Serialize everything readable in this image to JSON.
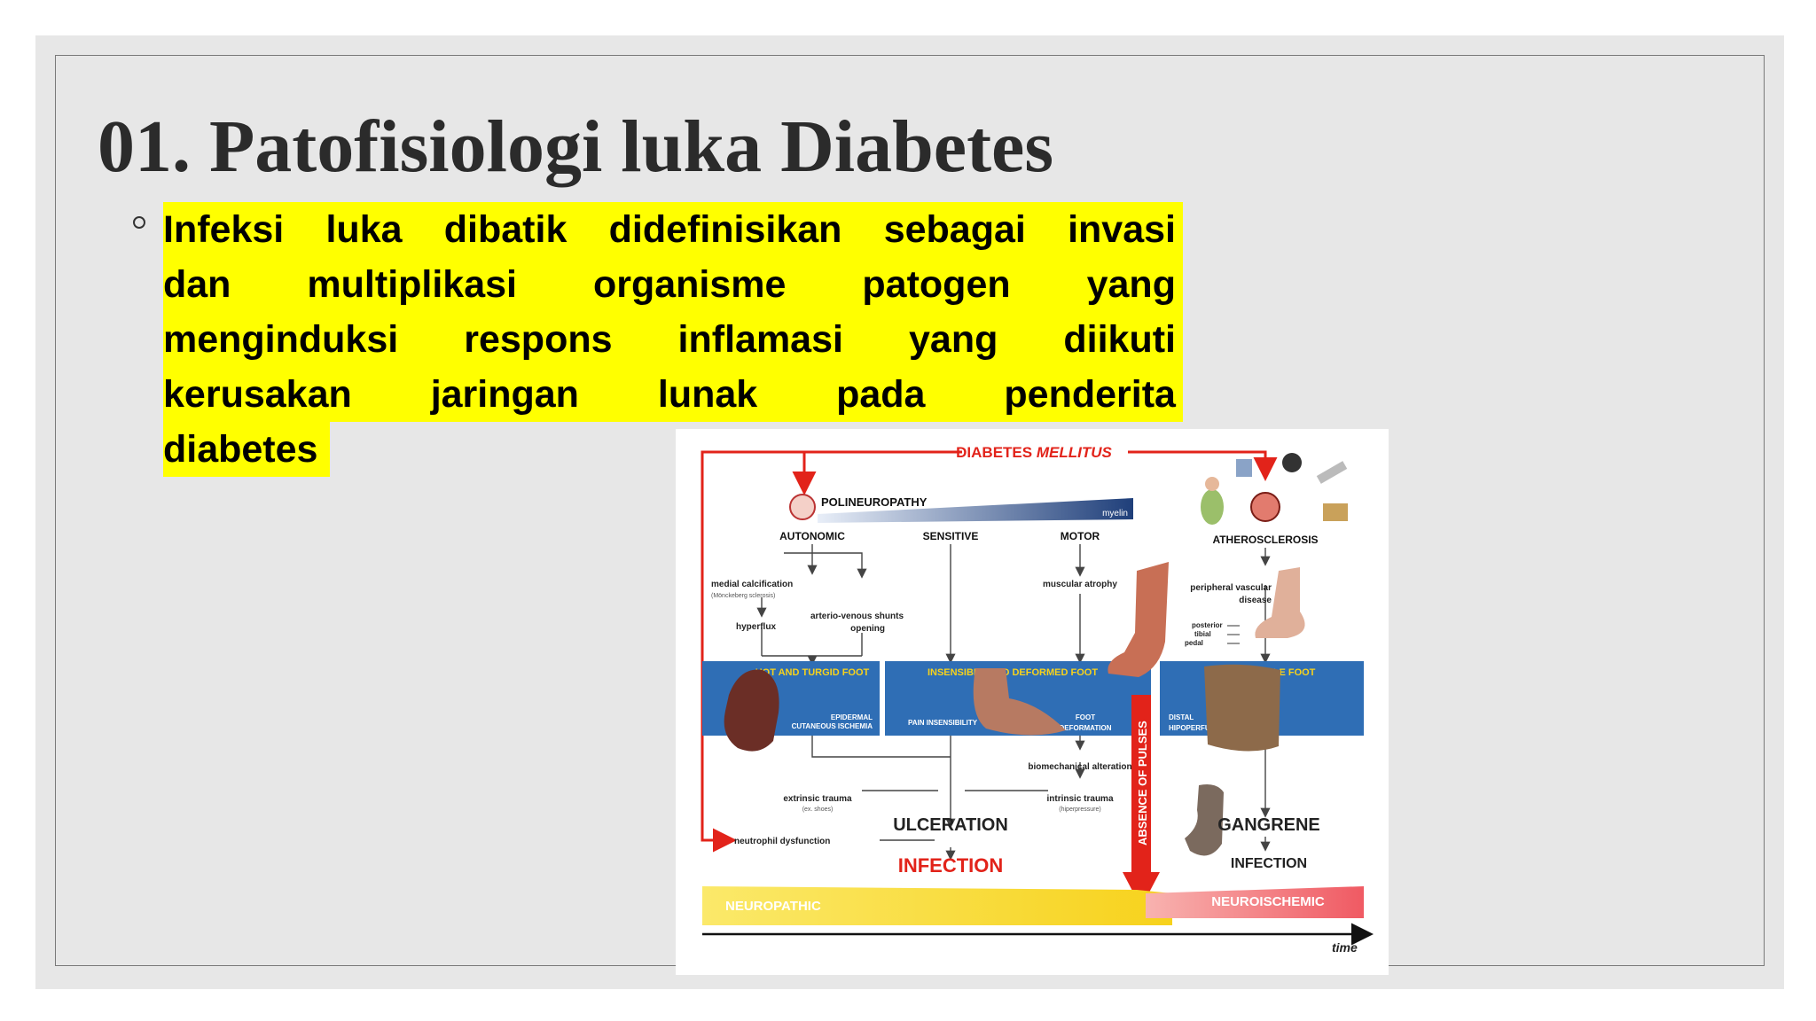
{
  "slide": {
    "title": "01. Patofisiologi luka Diabetes",
    "bullet_lines": [
      [
        "Infeksi",
        "luka",
        "dibatik",
        "didefinisikan",
        "sebagai",
        "invasi"
      ],
      [
        "dan",
        "multiplikasi",
        "organisme",
        "patogen",
        "yang"
      ],
      [
        "menginduksi",
        "respons",
        "inflamasi",
        "yang",
        "diikuti"
      ],
      [
        "kerusakan",
        "jaringan",
        "lunak",
        "pada",
        "penderita"
      ]
    ],
    "bullet_last_line": "diabetes",
    "highlight_color": "#ffff00"
  },
  "diagram": {
    "title_plain": "DIABETES ",
    "title_italic": "MELLITUS",
    "polineuropathy": "POLINEUROPATHY",
    "myelin": "myelin",
    "autonomic": "AUTONOMIC",
    "sensitive": "SENSITIVE",
    "motor": "MOTOR",
    "atherosclerosis": "ATHEROSCLEROSIS",
    "medial_calcification": "medial calcification",
    "monckeberg": "(Mönckeberg sclerosis)",
    "av_shunts_1": "arterio-venous shunts",
    "av_shunts_2": "opening",
    "hyperflux": "hyperflux",
    "muscular_atrophy": "muscular atrophy",
    "pvd_1": "peripheral vascular",
    "pvd_2": "disease",
    "posterior": "posterior",
    "tibial": "tibial",
    "pedal": "pedal",
    "hot_foot": "HOT AND TURGID FOOT",
    "insensible_foot": "INSENSIBLE AND DEFORMED FOOT",
    "cold_foot": "COLD AND PALE FOOT",
    "epidermal_1": "EPIDERMAL",
    "epidermal_2": "CUTANEOUS ISCHEMIA",
    "pain_insensibility": "PAIN INSENSIBILITY",
    "foot_deformation_1": "FOOT",
    "foot_deformation_2": "DEFORMATION",
    "distal_1": "DISTAL",
    "distal_2": "HIPOPERFUSION",
    "biomechanical": "biomechanical alteration",
    "extrinsic_1": "extrinsic trauma",
    "extrinsic_2": "(ex. shoes)",
    "intrinsic_1": "intrinsic trauma",
    "intrinsic_2": "(hiperpressure)",
    "ulceration": "ULCERATION",
    "infection_main": "INFECTION",
    "gangrene": "GANGRENE",
    "infection_right": "INFECTION",
    "neutrophil": "neutrophil dysfunction",
    "absence": "ABSENCE OF PULSES",
    "neuropathic": "NEUROPATHIC",
    "neuroischemic": "NEUROISCHEMIC",
    "time": "time",
    "colors": {
      "red": "#e2231a",
      "blue": "#2f6eb5",
      "yellow": "#f7d21c",
      "pink": "#f05a63",
      "dark_blue": "#1f3f7a"
    }
  }
}
